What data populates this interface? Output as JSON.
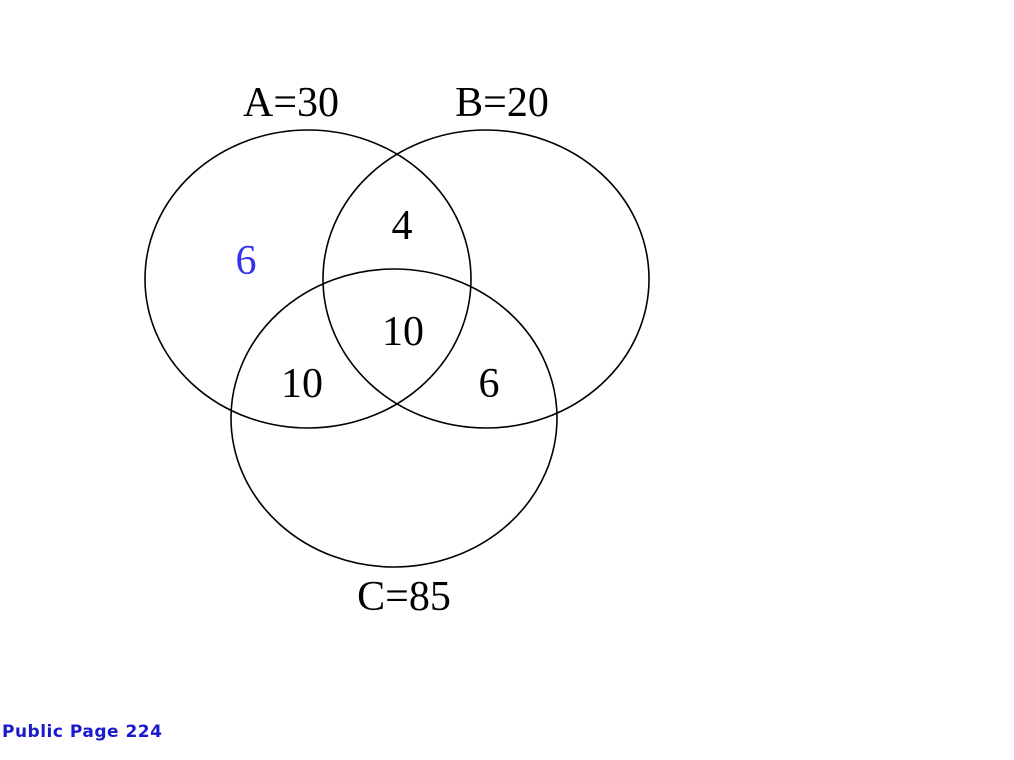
{
  "diagram": {
    "sets": {
      "a": {
        "label": "A=30"
      },
      "b": {
        "label": "B=20"
      },
      "c": {
        "label": "C=85"
      }
    },
    "regions": {
      "a_only": "6",
      "a_and_b": "4",
      "a_b_c": "10",
      "a_and_c": "10",
      "b_and_c": "6"
    },
    "colors": {
      "stroke": "#000000",
      "text": "#000000",
      "highlight": "#3333ee"
    }
  },
  "footer": {
    "text": "Public Page 224",
    "color": "#1a1acc"
  }
}
